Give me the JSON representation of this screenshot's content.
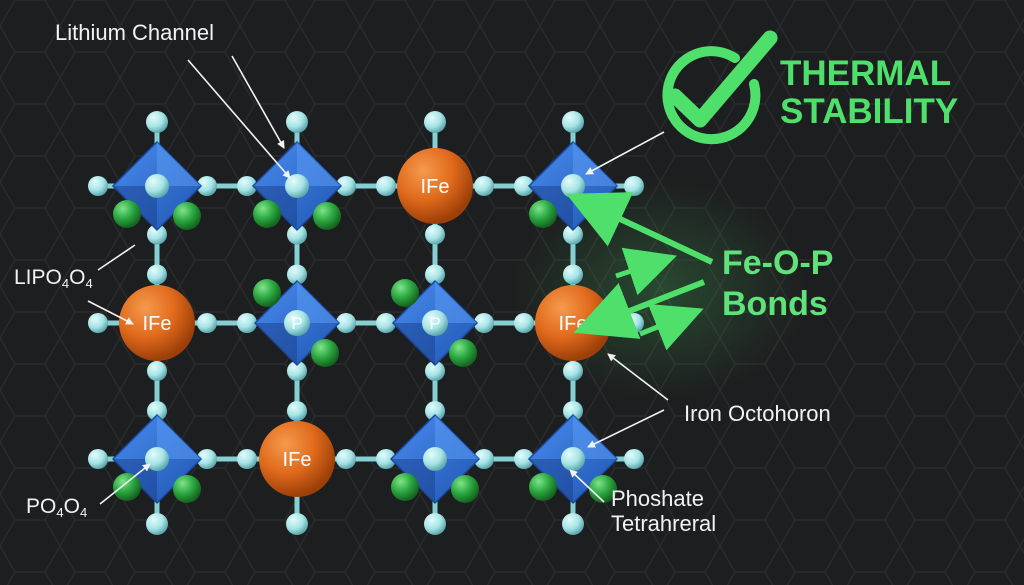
{
  "labels": {
    "lithium_channel": "Lithium Channel",
    "lipo_main": "LIPO",
    "lipo_sub1": "4",
    "lipo_o": "O",
    "lipo_sub2": "4",
    "po_main": "PO",
    "po_sub1": "4",
    "po_o": "O",
    "po_sub2": "4",
    "iron_octahedron": "Iron Octohoron",
    "phosphate_line1": "Phoshate",
    "phosphate_line2": "Tetrahreral",
    "thermal_line1": "THERMAL",
    "thermal_line2": "STABILITY",
    "bonds_line1": "Fe-O-P",
    "bonds_line2": "Bonds"
  },
  "iron_label": "IFe",
  "phosphorus_label": "P",
  "colors": {
    "background": "#1d1e1f",
    "octahedron": "#2f6fd6",
    "iron_sphere": "#e06a1c",
    "oxygen_sphere": "#a6e4e6",
    "green_sphere": "#2aa640",
    "accent_green": "#4fe06c",
    "label_text": "#f2f2f2"
  },
  "icons": {
    "thermal": "check-circle-icon"
  }
}
